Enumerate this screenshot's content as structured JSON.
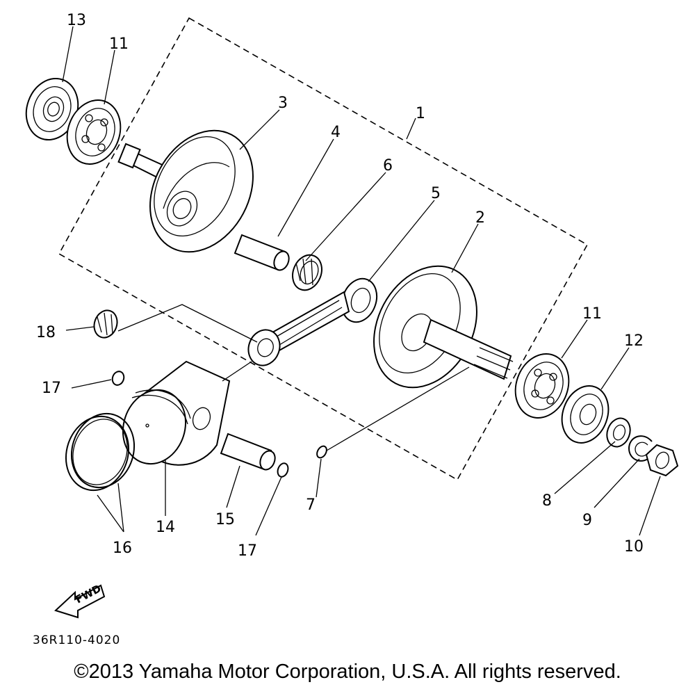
{
  "callouts": [
    {
      "id": "1",
      "text": "1"
    },
    {
      "id": "2",
      "text": "2"
    },
    {
      "id": "3",
      "text": "3"
    },
    {
      "id": "4",
      "text": "4"
    },
    {
      "id": "5",
      "text": "5"
    },
    {
      "id": "6",
      "text": "6"
    },
    {
      "id": "7",
      "text": "7"
    },
    {
      "id": "8",
      "text": "8"
    },
    {
      "id": "9",
      "text": "9"
    },
    {
      "id": "10",
      "text": "10"
    },
    {
      "id": "11a",
      "text": "11"
    },
    {
      "id": "11b",
      "text": "11"
    },
    {
      "id": "12",
      "text": "12"
    },
    {
      "id": "13",
      "text": "13"
    },
    {
      "id": "14",
      "text": "14"
    },
    {
      "id": "15",
      "text": "15"
    },
    {
      "id": "16",
      "text": "16"
    },
    {
      "id": "17a",
      "text": "17"
    },
    {
      "id": "17b",
      "text": "17"
    },
    {
      "id": "18",
      "text": "18"
    }
  ],
  "fwd_label": "FWD",
  "part_code": "36R110-4020",
  "copyright": "©2013 Yamaha Motor Corporation, U.S.A. All rights reserved."
}
